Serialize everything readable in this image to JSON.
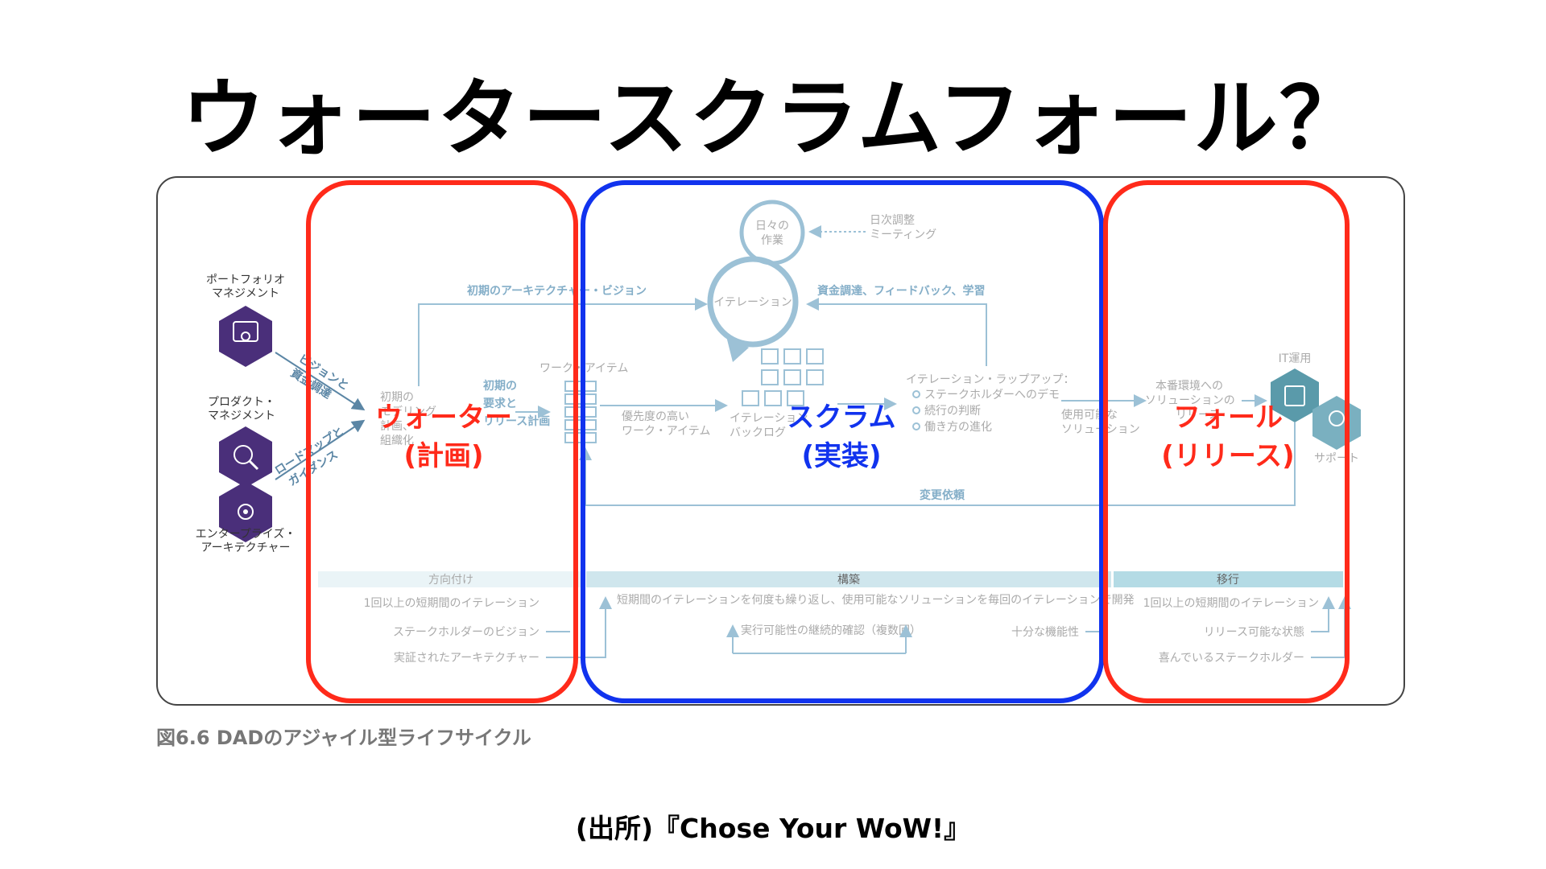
{
  "title": "ウォータースクラムフォール？",
  "caption": "図6.6 DADのアジャイル型ライフサイクル",
  "source": "(出所)『Chose Your WoW!』",
  "colors": {
    "waterfall": "#ff2a1a",
    "scrum": "#1133ee",
    "diagram_line": "#9cc1d6",
    "hex": "#4a2f7a",
    "hex_teal": "#5a9aaa"
  },
  "overlays": {
    "water_line1": "ウォーター",
    "water_line2": "(計画)",
    "scrum_line1": "スクラム",
    "scrum_line2": "(実装)",
    "fall_line1": "フォール",
    "fall_line2": "(リリース)"
  },
  "diagram": {
    "portfolio": "ポートフォリオ マネジメント",
    "portfolio_l1": "ポートフォリオ",
    "portfolio_l2": "マネジメント",
    "product_l1": "プロダクト・",
    "product_l2": "マネジメント",
    "enterprise_l1": "エンタープライズ・",
    "enterprise_l2": "アーキテクチャー",
    "vision_funding": "ビジョンと資金調達",
    "vision_l1": "ビジョンと",
    "vision_l2": "資金調達",
    "roadmap_l1": "ロードマップと",
    "roadmap_l2": "ガイダンス",
    "initial_arch_vision": "初期のアーキテクチャー・ビジョン",
    "initial_l1": "初期の",
    "initial_l2": "モデリング",
    "initial_l3": "計画、",
    "initial_l4": "組織化",
    "initial_req_l1": "初期の",
    "initial_req_l2": "要求と",
    "initial_req_l3": "リリース計画",
    "work_items": "ワーク・アイテム",
    "priority_l1": "優先度の高い",
    "priority_l2": "ワーク・アイテム",
    "backlog_l1": "イテレーション",
    "backlog_l2": "バックログ",
    "daily_l1": "日々の",
    "daily_l2": "作業",
    "daily_meeting_l1": "日次調整",
    "daily_meeting_l2": "ミーティング",
    "iteration": "イテレーション",
    "funding_feedback": "資金調達、フィードバック、学習",
    "wrapup": "イテレーション・ラップアップ：",
    "wrap_1": "ステークホルダーへのデモ",
    "wrap_2": "続行の判断",
    "wrap_3": "働き方の進化",
    "usable_l1": "使用可能な",
    "usable_l2": "ソリューション",
    "prod_l1": "本番環境への",
    "prod_l2": "ソリューションの",
    "prod_l3": "リリース",
    "it_ops": "IT運用",
    "support": "サポート",
    "change_request": "変更依頼",
    "phase_inception": "方向付け",
    "phase_construction": "構築",
    "phase_transition": "移行",
    "inc_1": "1回以上の短期間のイテレーション",
    "inc_2": "ステークホルダーのビジョン",
    "inc_3": "実証されたアーキテクチャー",
    "con_1": "短期間のイテレーションを何度も繰り返し、使用可能なソリューションを毎回のイテレーションで開発",
    "con_2": "実行可能性の継続的確認（複数回）",
    "con_3": "十分な機能性",
    "tra_1": "1回以上の短期間のイテレーション",
    "tra_2": "リリース可能な状態",
    "tra_3": "喜んでいるステークホルダー"
  }
}
